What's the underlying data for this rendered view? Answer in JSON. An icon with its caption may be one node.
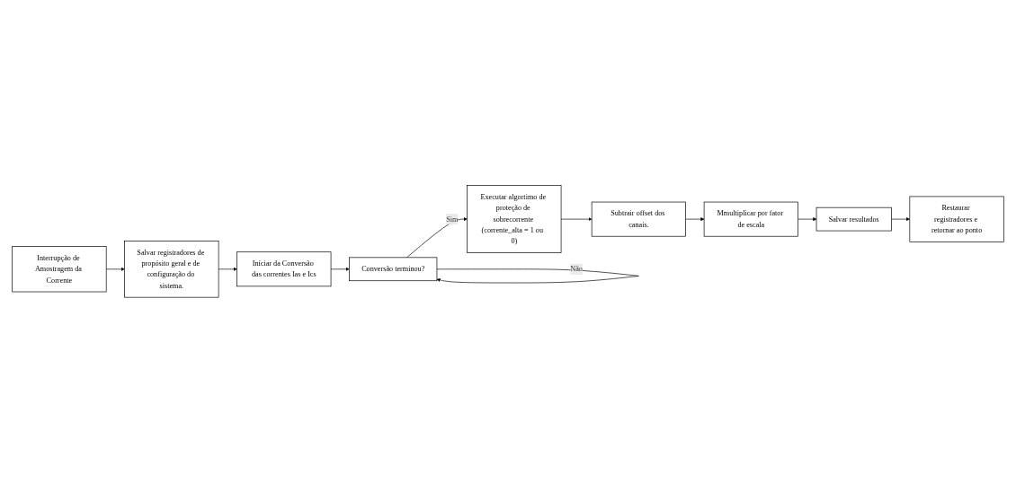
{
  "diagram": {
    "nodes": [
      {
        "text": [
          "Interrupção de Amostragem da Corrente"
        ]
      },
      {
        "text": [
          "Salvar registradores de propósito geral e de configuração do sistema."
        ]
      },
      {
        "text": [
          "Iníciar da Conversão das correntes Ias e Ics"
        ]
      },
      {
        "text": [
          "Conversão terminou?"
        ]
      },
      {
        "text": [
          "Executar algortimo de proteção de sobrecorrente (corrente_alta = 1 ou  0)"
        ]
      },
      {
        "text": [
          "Subtrair offset dos canais."
        ]
      },
      {
        "text": [
          "Mmultiplicar por fator de escala"
        ]
      },
      {
        "text": [
          "Salvar resultados"
        ]
      },
      {
        "text": [
          "Restaurar registradores e retornar ao ponto"
        ]
      }
    ],
    "edges": [
      {
        "from": 0,
        "to": 1,
        "arrow": "to"
      },
      {
        "from": 1,
        "to": 2,
        "arrow": "to"
      },
      {
        "from": 2,
        "to": 3,
        "arrow": "to"
      },
      {
        "from": 3,
        "to": 3,
        "arrow": "to",
        "label": "Não"
      },
      {
        "from": 3,
        "to": 4,
        "arrow": "to",
        "label": "Sim"
      },
      {
        "from": 4,
        "to": 5,
        "arrow": "to"
      },
      {
        "from": 5,
        "to": 6,
        "arrow": "to"
      },
      {
        "from": 6,
        "to": 7,
        "arrow": "to"
      },
      {
        "from": 7,
        "to": 8,
        "arrow": "to"
      }
    ]
  }
}
